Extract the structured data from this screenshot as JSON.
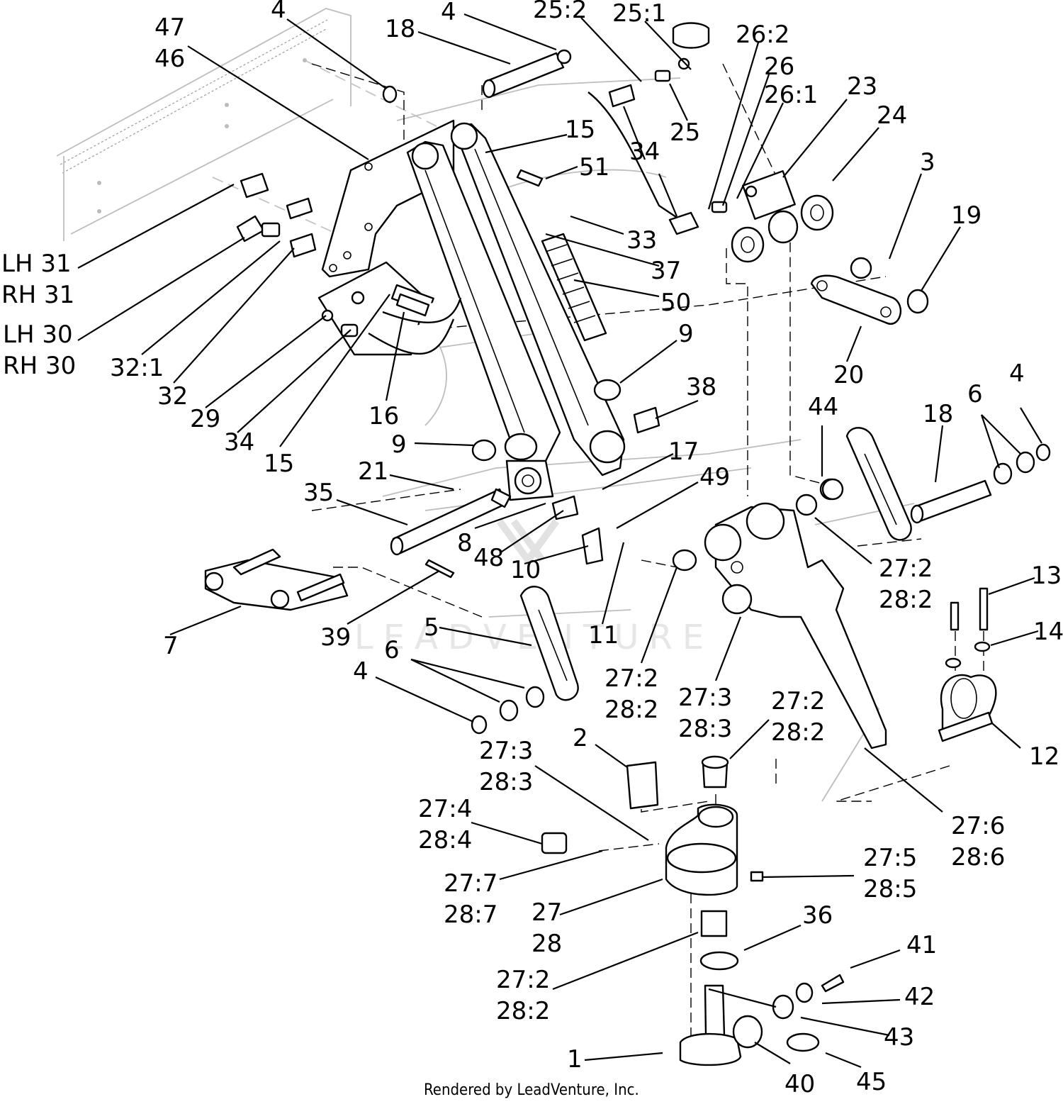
{
  "footer": "Rendered by LeadVenture, Inc.",
  "watermark": "LEADVENTURE",
  "callouts": [
    {
      "id": "c-4-top-left",
      "lines": [
        "4"
      ]
    },
    {
      "id": "c-47-46",
      "lines": [
        "47",
        "46"
      ]
    },
    {
      "id": "c-18-top",
      "lines": [
        "18"
      ]
    },
    {
      "id": "c-4-top",
      "lines": [
        "4"
      ]
    },
    {
      "id": "c-25-2",
      "lines": [
        "25:2"
      ]
    },
    {
      "id": "c-25-1",
      "lines": [
        "25:1"
      ]
    },
    {
      "id": "c-25",
      "lines": [
        "25"
      ]
    },
    {
      "id": "c-26-2",
      "lines": [
        "26:2"
      ]
    },
    {
      "id": "c-26",
      "lines": [
        "26"
      ]
    },
    {
      "id": "c-26-1",
      "lines": [
        "26:1"
      ]
    },
    {
      "id": "c-23",
      "lines": [
        "23"
      ]
    },
    {
      "id": "c-24",
      "lines": [
        "24"
      ]
    },
    {
      "id": "c-15-top",
      "lines": [
        "15"
      ]
    },
    {
      "id": "c-34-top",
      "lines": [
        "34"
      ]
    },
    {
      "id": "c-51",
      "lines": [
        "51"
      ]
    },
    {
      "id": "c-3",
      "lines": [
        "3"
      ]
    },
    {
      "id": "c-19",
      "lines": [
        "19"
      ]
    },
    {
      "id": "c-33",
      "lines": [
        "33"
      ]
    },
    {
      "id": "c-37",
      "lines": [
        "37"
      ]
    },
    {
      "id": "c-50",
      "lines": [
        "50"
      ]
    },
    {
      "id": "c-lh31-rh31",
      "lines": [
        "LH 31",
        "RH 31"
      ]
    },
    {
      "id": "c-lh30-rh30",
      "lines": [
        "LH 30",
        "RH 30"
      ]
    },
    {
      "id": "c-32-1",
      "lines": [
        "32:1"
      ]
    },
    {
      "id": "c-32",
      "lines": [
        "32"
      ]
    },
    {
      "id": "c-29",
      "lines": [
        "29"
      ]
    },
    {
      "id": "c-34-left",
      "lines": [
        "34"
      ]
    },
    {
      "id": "c-15-left",
      "lines": [
        "15"
      ]
    },
    {
      "id": "c-16",
      "lines": [
        "16"
      ]
    },
    {
      "id": "c-9-right",
      "lines": [
        "9"
      ]
    },
    {
      "id": "c-38",
      "lines": [
        "38"
      ]
    },
    {
      "id": "c-20",
      "lines": [
        "20"
      ]
    },
    {
      "id": "c-44",
      "lines": [
        "44"
      ]
    },
    {
      "id": "c-18-right",
      "lines": [
        "18"
      ]
    },
    {
      "id": "c-6-right",
      "lines": [
        "6"
      ]
    },
    {
      "id": "c-4-right",
      "lines": [
        "4"
      ]
    },
    {
      "id": "c-9-left",
      "lines": [
        "9"
      ]
    },
    {
      "id": "c-21",
      "lines": [
        "21"
      ]
    },
    {
      "id": "c-17",
      "lines": [
        "17"
      ]
    },
    {
      "id": "c-49",
      "lines": [
        "49"
      ]
    },
    {
      "id": "c-35",
      "lines": [
        "35"
      ]
    },
    {
      "id": "c-8",
      "lines": [
        "8"
      ]
    },
    {
      "id": "c-48",
      "lines": [
        "48"
      ]
    },
    {
      "id": "c-10",
      "lines": [
        "10"
      ]
    },
    {
      "id": "c-27-2-28-2-right",
      "lines": [
        "27:2",
        "28:2"
      ]
    },
    {
      "id": "c-13",
      "lines": [
        "13"
      ]
    },
    {
      "id": "c-14",
      "lines": [
        "14"
      ]
    },
    {
      "id": "c-7",
      "lines": [
        "7"
      ]
    },
    {
      "id": "c-39",
      "lines": [
        "39"
      ]
    },
    {
      "id": "c-5",
      "lines": [
        "5"
      ]
    },
    {
      "id": "c-11",
      "lines": [
        "11"
      ]
    },
    {
      "id": "c-6-left",
      "lines": [
        "6"
      ]
    },
    {
      "id": "c-4-left",
      "lines": [
        "4"
      ]
    },
    {
      "id": "c-27-2-28-2-mid",
      "lines": [
        "27:2",
        "28:2"
      ]
    },
    {
      "id": "c-27-3-28-3-mid",
      "lines": [
        "27:3",
        "28:3"
      ]
    },
    {
      "id": "c-27-2-28-2-cup",
      "lines": [
        "27:2",
        "28:2"
      ]
    },
    {
      "id": "c-12",
      "lines": [
        "12"
      ]
    },
    {
      "id": "c-27-3-28-3-left",
      "lines": [
        "27:3",
        "28:3"
      ]
    },
    {
      "id": "c-2",
      "lines": [
        "2"
      ]
    },
    {
      "id": "c-27-6-28-6",
      "lines": [
        "27:6",
        "28:6"
      ]
    },
    {
      "id": "c-27-4-28-4",
      "lines": [
        "27:4",
        "28:4"
      ]
    },
    {
      "id": "c-27-5-28-5",
      "lines": [
        "27:5",
        "28:5"
      ]
    },
    {
      "id": "c-27-7-28-7",
      "lines": [
        "27:7",
        "28:7"
      ]
    },
    {
      "id": "c-27-28",
      "lines": [
        "27",
        "28"
      ]
    },
    {
      "id": "c-36",
      "lines": [
        "36"
      ]
    },
    {
      "id": "c-41",
      "lines": [
        "41"
      ]
    },
    {
      "id": "c-27-2-28-2-bottom",
      "lines": [
        "27:2",
        "28:2"
      ]
    },
    {
      "id": "c-42",
      "lines": [
        "42"
      ]
    },
    {
      "id": "c-43",
      "lines": [
        "43"
      ]
    },
    {
      "id": "c-1",
      "lines": [
        "1"
      ]
    },
    {
      "id": "c-40",
      "lines": [
        "40"
      ]
    },
    {
      "id": "c-45",
      "lines": [
        "45"
      ]
    }
  ]
}
